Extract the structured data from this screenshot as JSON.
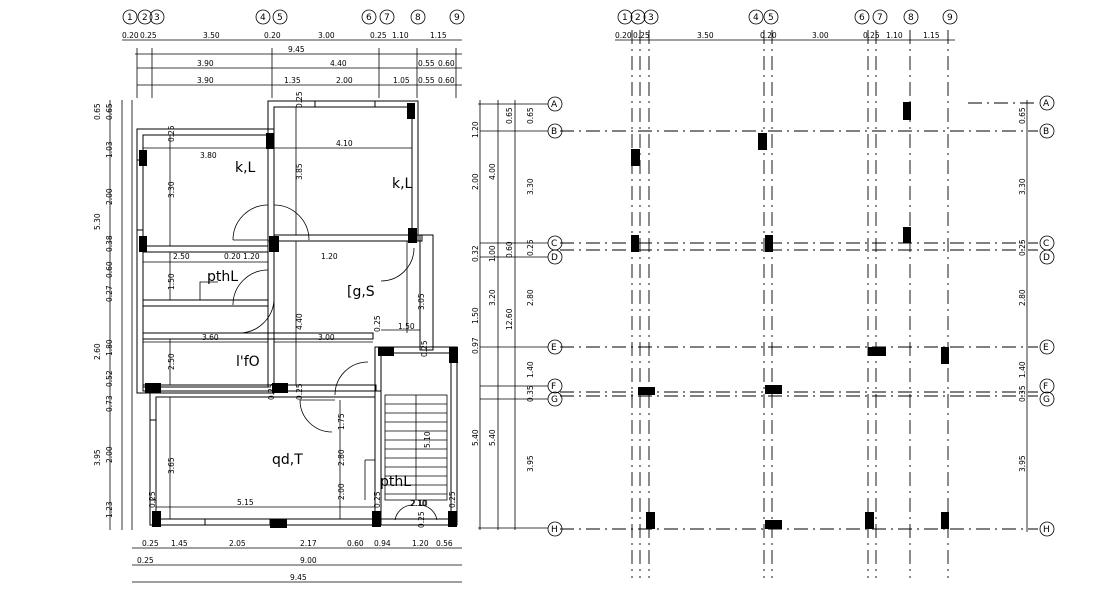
{
  "drawing": {
    "plan_grid_numbers": [
      "1",
      "2",
      "3",
      "4",
      "5",
      "6",
      "7",
      "8",
      "9"
    ],
    "column_grid_numbers": [
      "1",
      "2",
      "3",
      "4",
      "5",
      "6",
      "7",
      "8",
      "9"
    ],
    "grid_letters": [
      "A",
      "B",
      "C",
      "D",
      "E",
      "F",
      "G",
      "H"
    ],
    "top_dims_row1": [
      "0.20",
      "0.25",
      "3.50",
      "0.20",
      "3.00",
      "0.25",
      "1.10",
      "1.15"
    ],
    "top_total": "9.45",
    "top_dims_row2": [
      "3.90",
      "4.40",
      "0.55",
      "0.60"
    ],
    "top_dims_row3": [
      "3.90",
      "1.35",
      "2.00",
      "1.05",
      "0.55",
      "0.60"
    ],
    "col_top_dims": [
      "0.20",
      "0.25",
      "3.50",
      "0.20",
      "3.00",
      "0.25",
      "1.10",
      "1.15"
    ],
    "bottom_dims_row1": [
      "0.25",
      "1.45",
      "2.05",
      "2.17",
      "0.60",
      "0.94",
      "1.20",
      "0.56"
    ],
    "bottom_dims_row2": [
      "0.25",
      "9.00"
    ],
    "bottom_total": "9.45",
    "left_dims_outer": [
      "0.65",
      "1.03",
      "2.00",
      "0.38",
      "0.60",
      "0.27",
      "1.80",
      "0.52",
      "0.73",
      "2.00",
      "1.23"
    ],
    "left_dims_mid": [
      "5.30",
      "2.60",
      "3.95"
    ],
    "plan_right_dims_a": [
      "1.20",
      "2.00",
      "0.32",
      "1.50",
      "0.97",
      "5.40"
    ],
    "plan_right_dims_b": [
      "4.00",
      "1.00",
      "3.20",
      "5.40"
    ],
    "plan_right_dims_c": [
      "0.65",
      "0.60",
      "2.80",
      "12.60"
    ],
    "col_left_dims": [
      "0.65",
      "3.30",
      "0.25",
      "2.80",
      "1.40",
      "0.35",
      "3.95"
    ],
    "col_right_dims": [
      "0.65",
      "3.30",
      "0.25",
      "2.80",
      "1.40",
      "0.35",
      "3.95"
    ],
    "rooms": {
      "kl1": "k,L",
      "kl2": "k,L",
      "bath": "pthL",
      "gs": "[g,S",
      "lfo": "l'fO",
      "qdt": "qd,T",
      "bath2": "pthL"
    },
    "inner_dims": {
      "r1_w": "3.80",
      "r1_h": "3.30",
      "r1_t": "0.25",
      "r2_w": "4.10",
      "r2_h": "3.85",
      "r2_t": "0.25",
      "bath_w": "2.50",
      "bath_h": "1.50",
      "bath_a": "0.20",
      "bath_b": "1.20",
      "h_120": "1.20",
      "corr_w": "3.60",
      "corr_h": "2.50",
      "corr_b": "3.00",
      "mid_h": "4.40",
      "gs_w": "1.50",
      "gs_h": "3.05",
      "gs_t": "0.25",
      "qd_w": "5.15",
      "qd_h": "3.65",
      "qd_t": "0.25",
      "stair_h": "5.10",
      "stair_w": "2.10",
      "d175": "1.75",
      "d200": "2.00",
      "d280": "2.80",
      "d210": "2.10",
      "t025a": "0.25",
      "t025b": "0.25",
      "t025c": "0.25",
      "t025d": "0.25",
      "t025e": "0.25",
      "t025f": "0.25"
    }
  }
}
